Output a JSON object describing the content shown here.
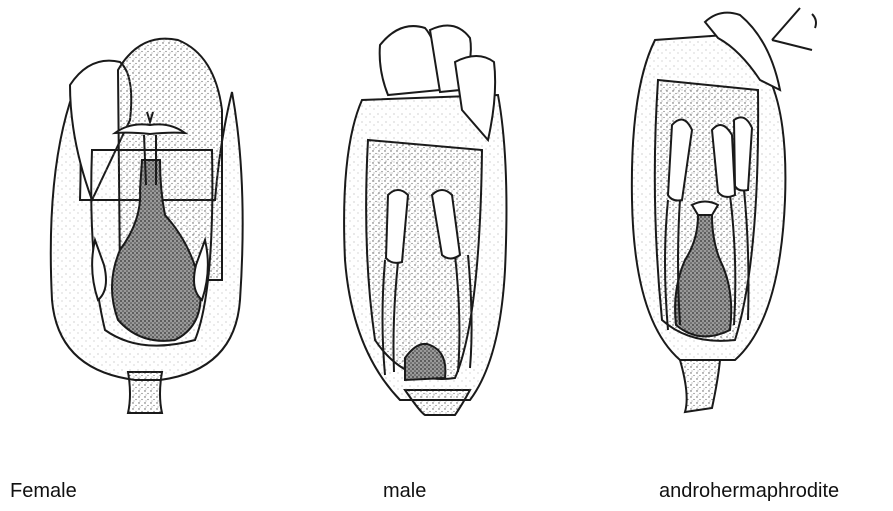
{
  "figures": [
    {
      "id": "female",
      "caption": "Female"
    },
    {
      "id": "male",
      "caption": "male"
    },
    {
      "id": "androhermaphrodite",
      "caption": "androhermaphrodite"
    }
  ],
  "colors": {
    "ink": "#1a1a1a",
    "paper": "#ffffff",
    "stipple": "#555555"
  }
}
